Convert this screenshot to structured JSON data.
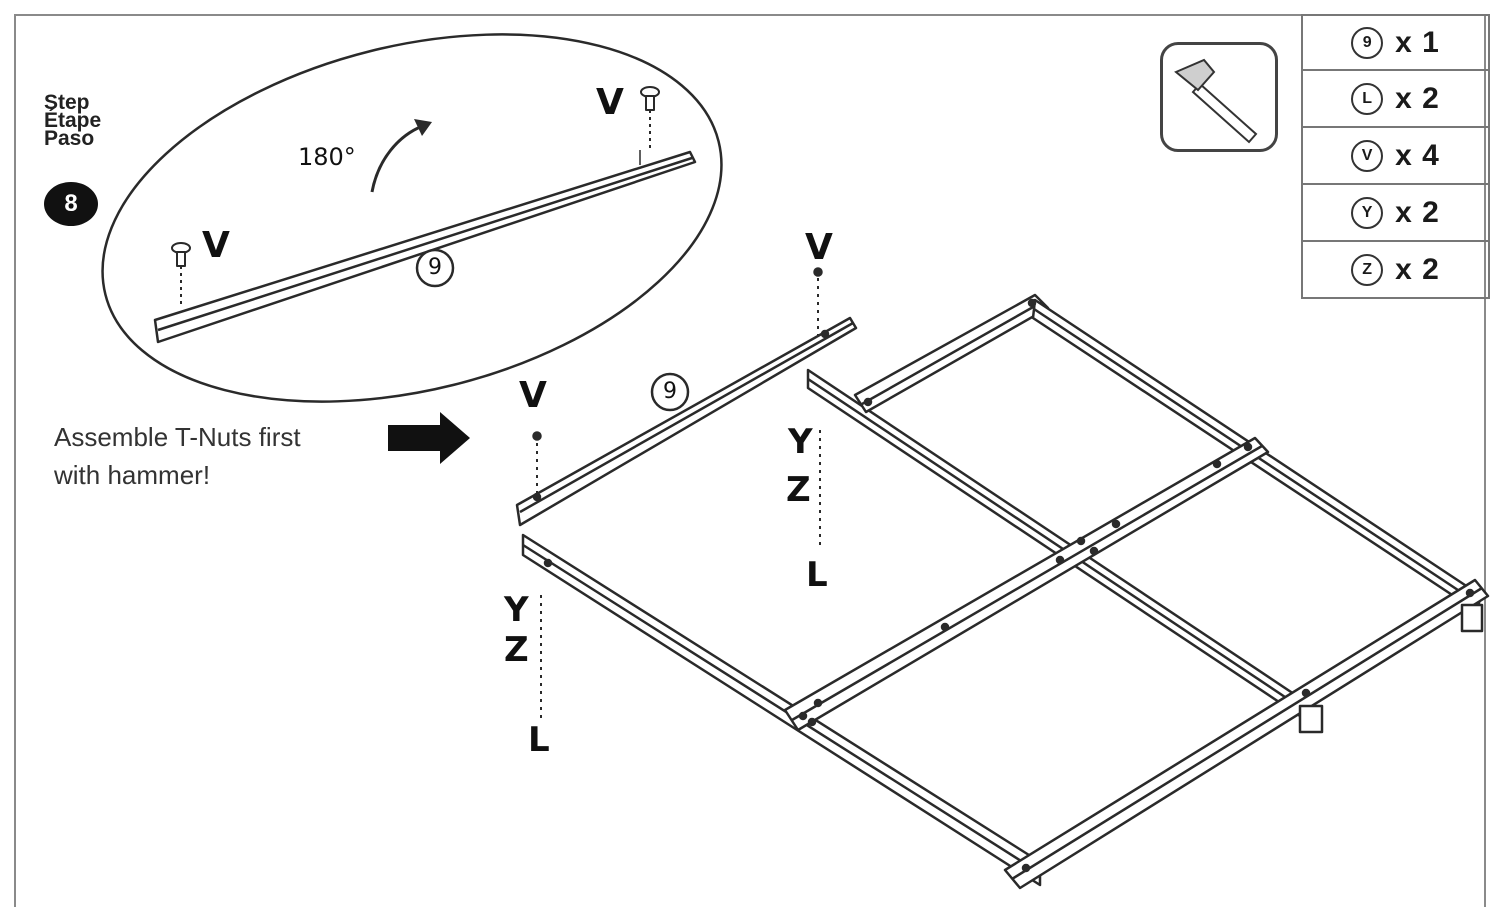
{
  "step": {
    "labels": [
      "Step",
      "Étape",
      "Paso"
    ],
    "number": "8"
  },
  "callout": {
    "rotation_label": "180°",
    "bolt_left_label": "V",
    "bolt_right_label": "V",
    "part_label": "9"
  },
  "note": {
    "line1": "Assemble T-Nuts first",
    "line2": "with hammer!"
  },
  "main": {
    "part_label": "9",
    "left_stack": [
      "V",
      "Y",
      "Z",
      "L"
    ],
    "right_stack": [
      "V",
      "Y",
      "Z",
      "L"
    ]
  },
  "parts_list": [
    {
      "part": "9",
      "qty": "x 1"
    },
    {
      "part": "L",
      "qty": "x 2"
    },
    {
      "part": "V",
      "qty": "x 4"
    },
    {
      "part": "Y",
      "qty": "x 2"
    },
    {
      "part": "Z",
      "qty": "x 2"
    }
  ],
  "tool_icon": "hammer-icon",
  "colors": {
    "line": "#2a2a2a",
    "fill": "#ffffff",
    "badge": "#111111"
  }
}
